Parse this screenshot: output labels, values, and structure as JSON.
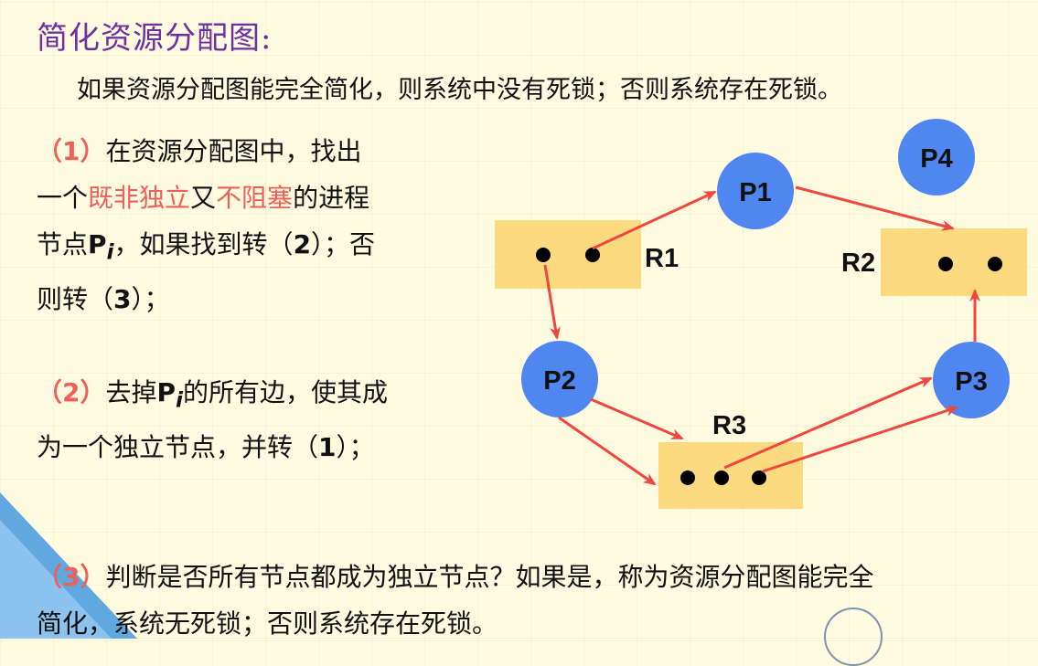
{
  "title": "简化资源分配图:",
  "intro": "如果资源分配图能完全简化，则系统中没有死锁；否则系统存在死锁。",
  "step1": {
    "num": "（1）",
    "t1": "在资源分配图中，找出",
    "t2": "一个",
    "h1": "既非独立",
    "t3": "又",
    "h2": "不阻塞",
    "t4": "的进程",
    "t5": "节点",
    "p": "P",
    "sub": "i",
    "t6": "，如果找到转（",
    "n2": "2",
    "t7": "）；否",
    "t8": "则转（",
    "n3": "3",
    "t9": "）；"
  },
  "step2": {
    "num": "（2）",
    "t1": "去掉",
    "p": "P",
    "sub": "i",
    "t2": "的所有边，使其成",
    "t3": "为一个独立节点，并转（",
    "n1": "1",
    "t4": "）；"
  },
  "step3": {
    "num": "（3）",
    "t1": "判断是否所有节点都成为独立节点？如果是，称为资源分配图能完全",
    "t2": "简化，系统无死锁；否则系统存在死锁。"
  },
  "diagram": {
    "processes": [
      "P1",
      "P2",
      "P3",
      "P4"
    ],
    "resources": [
      "R1",
      "R2",
      "R3"
    ],
    "colors": {
      "process": "#4f86f0",
      "resource": "#fcdb80",
      "arrow": "#f0473f"
    }
  }
}
